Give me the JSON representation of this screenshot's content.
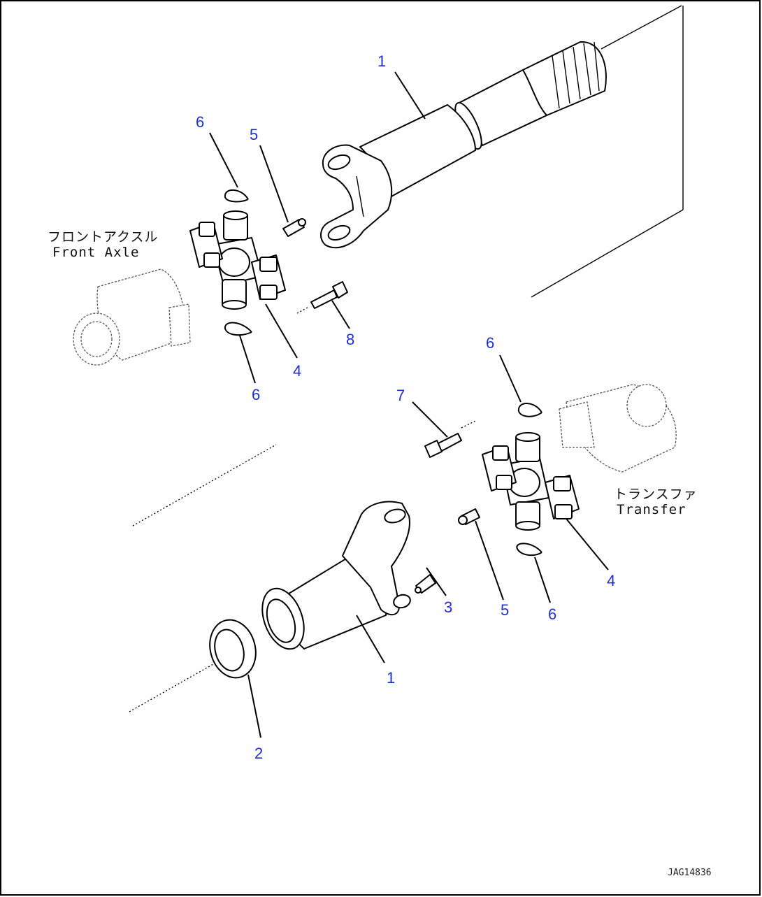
{
  "callouts": [
    {
      "text": "1"
    },
    {
      "text": "6"
    },
    {
      "text": "5"
    },
    {
      "text": "8"
    },
    {
      "text": "4"
    },
    {
      "text": "6"
    },
    {
      "text": "6"
    },
    {
      "text": "7"
    },
    {
      "text": "4"
    },
    {
      "text": "3"
    },
    {
      "text": "5"
    },
    {
      "text": "6"
    },
    {
      "text": "1"
    },
    {
      "text": "2"
    }
  ],
  "labels": {
    "front_axle_jp": "フロントアクスル",
    "front_axle_en": "Front Axle",
    "transfer_jp": "トランスファ",
    "transfer_en": "Transfer"
  },
  "drawing_code": "JAG14836",
  "colors": {
    "callout": "#1f2fd6",
    "line": "#000000"
  }
}
